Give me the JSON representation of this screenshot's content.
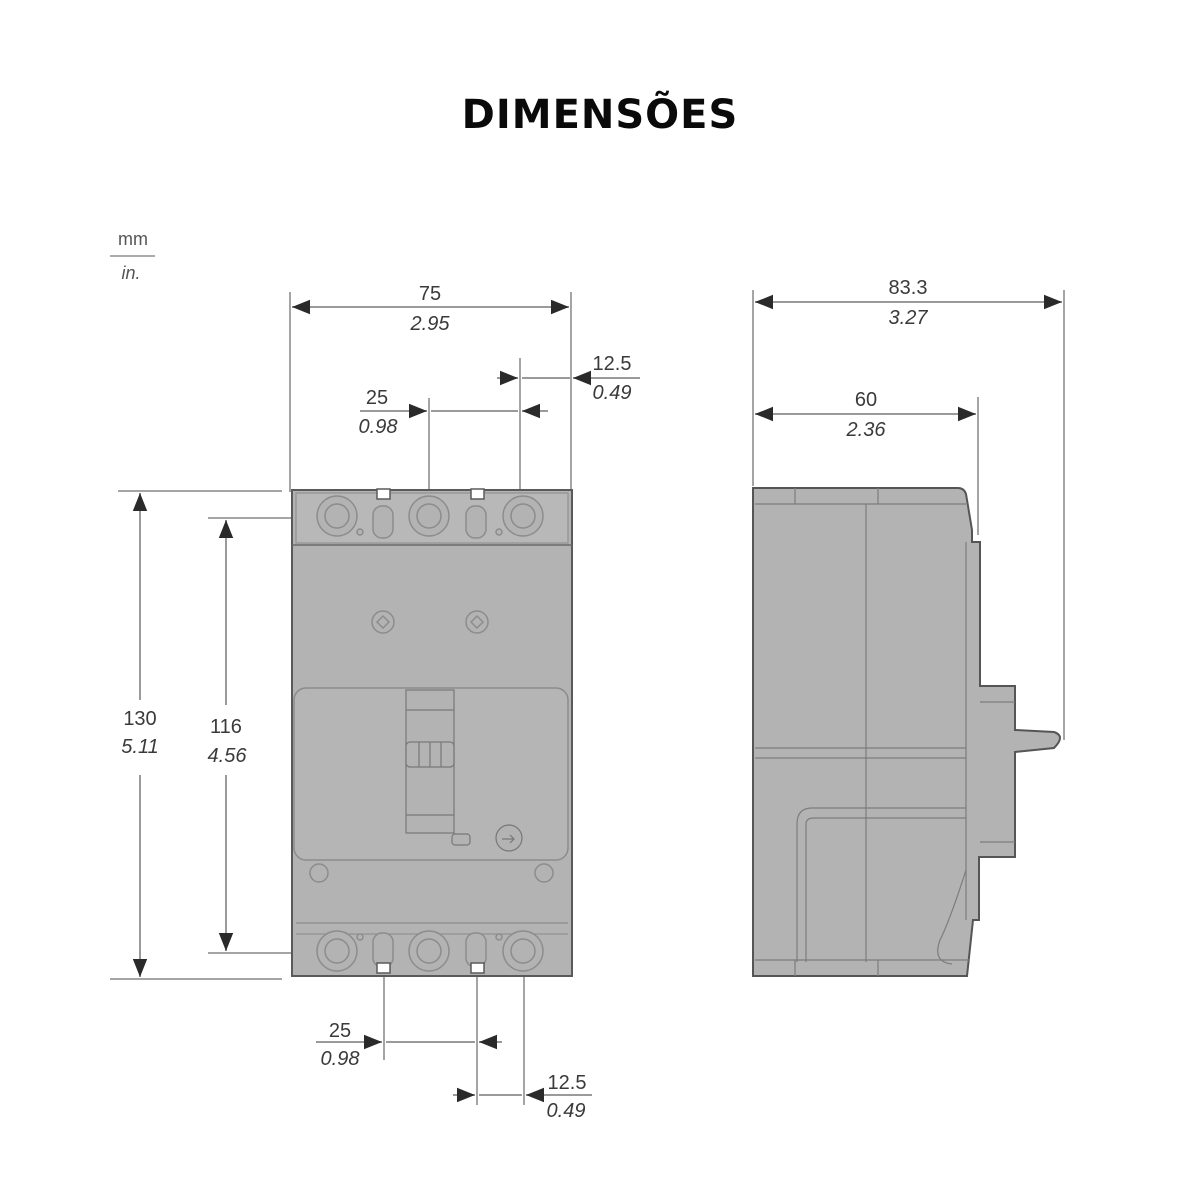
{
  "title": "DIMENSÕES",
  "units": {
    "primary": "mm",
    "secondary": "in."
  },
  "colors": {
    "body_fill": "#b3b3b3",
    "outline": "#5a5a5a",
    "dim_line": "#9a9a9a",
    "text": "#3a3a3a"
  },
  "front_view": {
    "width": {
      "mm": "75",
      "in": "2.95"
    },
    "top_pole_pitch": {
      "mm": "25",
      "in": "0.98"
    },
    "top_edge_offset": {
      "mm": "12.5",
      "in": "0.49"
    },
    "height_total": {
      "mm": "130",
      "in": "5.11"
    },
    "height_terminals": {
      "mm": "116",
      "in": "4.56"
    },
    "bottom_pole_pitch": {
      "mm": "25",
      "in": "0.98"
    },
    "bottom_edge_offset": {
      "mm": "12.5",
      "in": "0.49"
    }
  },
  "side_view": {
    "depth_total": {
      "mm": "83.3",
      "in": "3.27"
    },
    "depth_body": {
      "mm": "60",
      "in": "2.36"
    }
  }
}
